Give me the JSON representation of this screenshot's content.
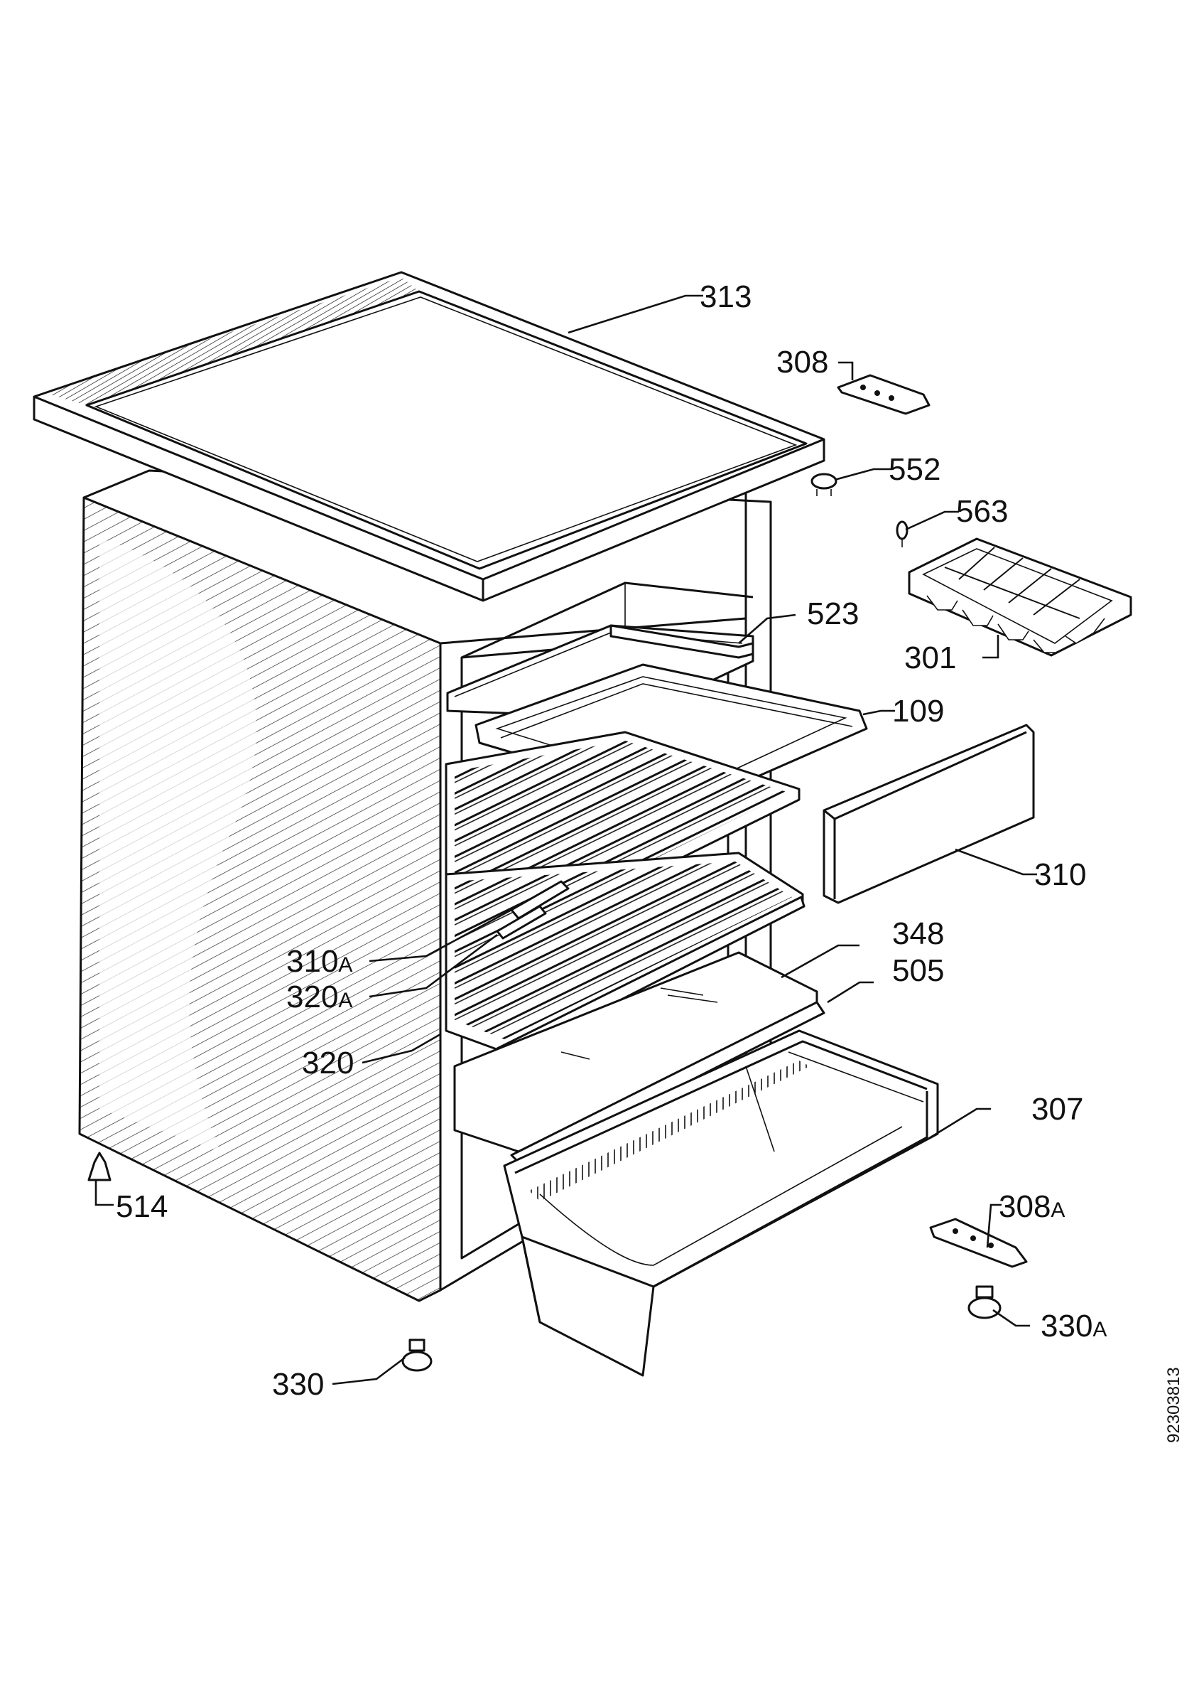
{
  "diagram": {
    "document_number": "92303813",
    "parts": [
      {
        "id": "p313",
        "code": "313"
      },
      {
        "id": "p308",
        "code": "308"
      },
      {
        "id": "p552",
        "code": "552"
      },
      {
        "id": "p563",
        "code": "563"
      },
      {
        "id": "p523",
        "code": "523"
      },
      {
        "id": "p301",
        "code": "301"
      },
      {
        "id": "p109",
        "code": "109"
      },
      {
        "id": "p310",
        "code": "310"
      },
      {
        "id": "p348",
        "code": "348"
      },
      {
        "id": "p310a",
        "code": "310",
        "suffix": "A"
      },
      {
        "id": "p320a",
        "code": "320",
        "suffix": "A"
      },
      {
        "id": "p505",
        "code": "505"
      },
      {
        "id": "p320",
        "code": "320"
      },
      {
        "id": "p307",
        "code": "307"
      },
      {
        "id": "p514",
        "code": "514"
      },
      {
        "id": "p308a",
        "code": "308",
        "suffix": "A"
      },
      {
        "id": "p330a",
        "code": "330",
        "suffix": "A"
      },
      {
        "id": "p330",
        "code": "330"
      }
    ]
  }
}
